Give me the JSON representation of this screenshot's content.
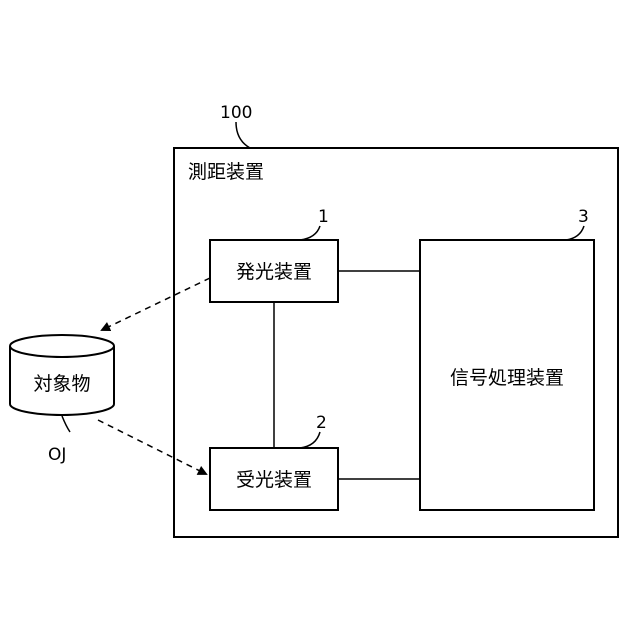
{
  "outer_unit": {
    "ref": "100",
    "title": "測距装置"
  },
  "emitter": {
    "ref": "1",
    "label": "発光装置"
  },
  "receiver": {
    "ref": "2",
    "label": "受光装置"
  },
  "processor": {
    "ref": "3",
    "label": "信号処理装置"
  },
  "target": {
    "ref": "OJ",
    "label": "対象物"
  }
}
